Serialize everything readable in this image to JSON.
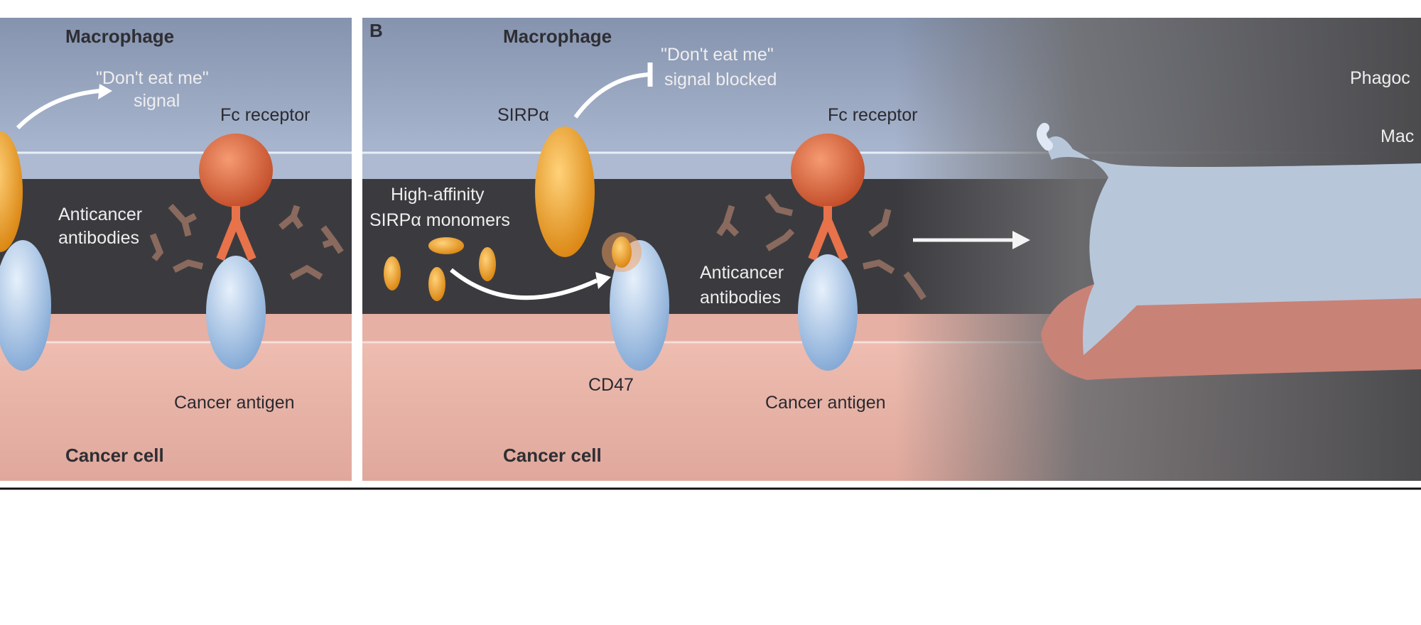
{
  "panel_a": {
    "macrophage": "Macrophage",
    "signal_line1": "\"Don't eat me\"",
    "signal_line2": "signal",
    "fc_receptor": "Fc receptor",
    "antibodies_line1": "Anticancer",
    "antibodies_line2": "antibodies",
    "cancer_antigen": "Cancer antigen",
    "cancer_cell": "Cancer cell"
  },
  "panel_b": {
    "label": "B",
    "macrophage": "Macrophage",
    "signal_line1": "\"Don't eat me\"",
    "signal_line2": "signal blocked",
    "sirpa": "SIRPα",
    "fc_receptor": "Fc receptor",
    "monomers_line1": "High-affinity",
    "monomers_line2": "SIRPα monomers",
    "antibodies_line1": "Anticancer",
    "antibodies_line2": "antibodies",
    "cd47": "CD47",
    "cancer_antigen": "Cancer antigen",
    "cancer_cell": "Cancer cell",
    "phagocytosis_partial": "Phagoc",
    "macrophage_partial": "Mac"
  },
  "colors": {
    "macrophage_bg": "#8e9bb6",
    "membrane_dark": "#3a3a3e",
    "cancer_bg": "#e6b3a8",
    "sirpa_orange": "#f0a020",
    "fc_receptor": "#e0643a",
    "cd47_blue": "#9cc0e6"
  }
}
